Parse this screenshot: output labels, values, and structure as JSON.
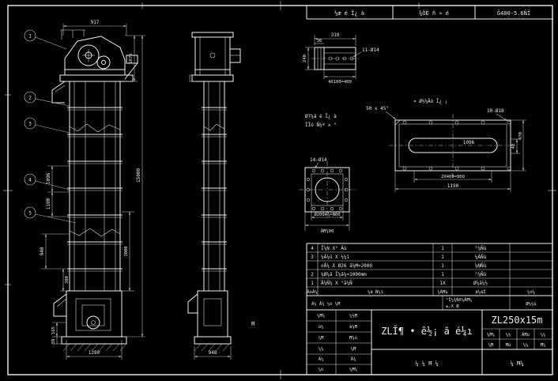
{
  "colors": {
    "background": "#000000",
    "line": "#f2f2f2",
    "dim_text": "#eaeaea"
  },
  "header_strip": {
    "cell1": "½æ é Ī¿ à",
    "cell2": "¾ÕÈ ñ » é",
    "cell3": "Ĝ400-5.6ÑĪ"
  },
  "front_view": {
    "callouts": [
      "1",
      "2",
      "3",
      "4",
      "5"
    ],
    "dim_top_width": "917",
    "dim_head_height": "1875",
    "dim_total_height": "15000",
    "dim_section": "3000",
    "dim_1096": "1096",
    "dim_1100": "1100",
    "dim_940": "940",
    "dim_300": "300",
    "dim_boot_width": "1280",
    "dim_165": "165",
    "dim_38": "38"
  },
  "side_view": {
    "dim_boot_depth": "948",
    "stray_glyph": "Ħ"
  },
  "channel_detail": {
    "dim_width": "310",
    "dim_30": "30",
    "dim_left": "240",
    "dim_bottom": "4X100=400",
    "holes_label": "11-Ø14",
    "note_line1": "Ø7¼ā é Ī¿ à",
    "note_line2": "ĪĪó Ñ¼ª x °"
  },
  "plate_detail": {
    "chamfer_note": "50 x 45°",
    "note": "¤ Ø½¼Āò Ī¿ ¡",
    "holes_label": "10-Ø18",
    "dim_inner": "1096",
    "dim_2x400": "2X400=800",
    "dim_total": "1190",
    "dim_40": "40",
    "dim_470": "470"
  },
  "square_detail": {
    "holes_label": "14-Ø14",
    "dim_line1": "Ø200Ā¾=Ñ00",
    "dim_line2": "ĀĦ¾00"
  },
  "parts_table": {
    "header": {
      "no": "ĀóÂ¼",
      "desc": "¼ā Ñ¼ī",
      "qty": "¼ĀĦù",
      "mat": "ā¼āĪ",
      "note": "¼ó¼"
    },
    "rows": [
      {
        "no": "4",
        "desc": "Ī¼Ņ X° Âù",
        "qty": "1",
        "mat": "°¼Ñù",
        "note": ""
      },
      {
        "no": "3",
        "desc": "¼Â¼ū X ½¼ī",
        "qty": "1",
        "mat": "¼ÂÑù",
        "note": ""
      },
      {
        "no": "",
        "desc": "±Ā¼ X Ø26 ā¼Ħ=2000",
        "qty": "1",
        "mat": "¼ŅÑù",
        "note": ""
      },
      {
        "no": "2",
        "desc": "¼Ø¼ā Ī¼ā¼=1000mm",
        "qty": "1",
        "mat": "°¼Ñù",
        "note": ""
      },
      {
        "no": "1",
        "desc": "Ā¼Ñ¼ X °ā¼Ñ",
        "qty": "1X",
        "mat": "Ø¼ā¼½",
        "note": ""
      }
    ]
  },
  "title_block": {
    "row1_left": "Ã¼ Å¾ ¼ó ¼Ħ",
    "row1_note1": "°Ī½¾ÑX¼ĀĦ¼",
    "row1_note2": "±,X Ø",
    "row1_right": "Ø½¼ù",
    "sign_grid": [
      [
        "¼Ħ¼",
        "¼½Ħ"
      ],
      [
        "ù¼",
        "ā¼Ħ"
      ],
      [
        "¼Ħ",
        "Ħ¼ù"
      ],
      [
        "¼¼",
        "¼Ħ"
      ],
      [
        "Ã¼",
        "Å¾"
      ],
      [
        "¼ó",
        "¼Ħ¼"
      ]
    ],
    "main_title": "ZLĪ¶ • ê½¡ ã é¼ı",
    "model": "ZL250x15m",
    "right_grid": [
      [
        "¼Ħ¼",
        "¼½",
        "ĀĦù",
        "¼¼"
      ],
      [
        "¼Ħ",
        "Ħù",
        "¼¼",
        "Ħ¼"
      ]
    ],
    "center_bottom": "¼ ¼ Ħ ¼",
    "right_bottom": "¼ Ħ¼"
  }
}
